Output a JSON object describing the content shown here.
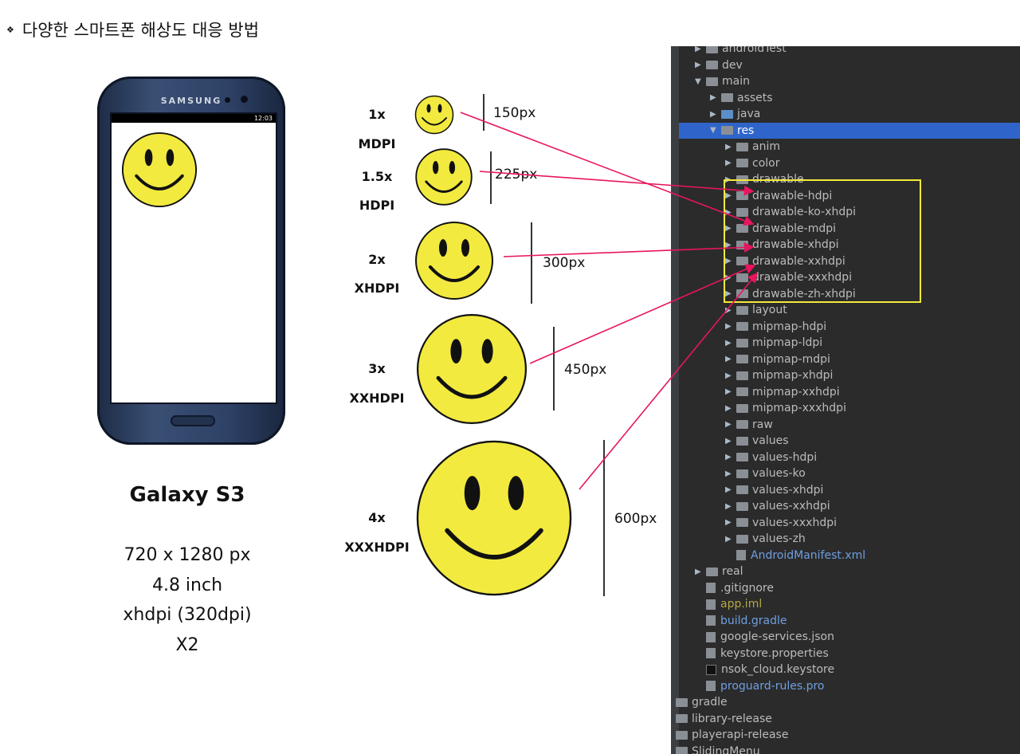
{
  "title": "다양한 스마트폰 해상도 대응 방법",
  "phone": {
    "brand": "SAMSUNG",
    "clock": "12:03",
    "name": "Galaxy S3",
    "specs": [
      "720 x 1280 px",
      "4.8 inch",
      "xhdpi (320dpi)",
      "X2"
    ]
  },
  "densities": [
    {
      "scale": "1x",
      "name": "MDPI",
      "size": "150px"
    },
    {
      "scale": "1.5x",
      "name": "HDPI",
      "size": "225px"
    },
    {
      "scale": "2x",
      "name": "XHDPI",
      "size": "300px"
    },
    {
      "scale": "3x",
      "name": "XXHDPI",
      "size": "450px"
    },
    {
      "scale": "4x",
      "name": "XXXHDPI",
      "size": "600px"
    }
  ],
  "colors": {
    "smiley": "#f2ea3f",
    "arrow": "#e8155f",
    "highlight": "#f4ea3a",
    "selection": "#2f65ca"
  },
  "tree": [
    {
      "label": "androidTest",
      "indent": 1,
      "icon": "folder"
    },
    {
      "label": "dev",
      "indent": 1,
      "icon": "folder"
    },
    {
      "label": "main",
      "indent": 1,
      "icon": "folder",
      "open": true
    },
    {
      "label": "assets",
      "indent": 2,
      "icon": "folder"
    },
    {
      "label": "java",
      "indent": 2,
      "icon": "folder-blue"
    },
    {
      "label": "res",
      "indent": 2,
      "icon": "folder",
      "open": true,
      "selected": true
    },
    {
      "label": "anim",
      "indent": 3,
      "icon": "folder"
    },
    {
      "label": "color",
      "indent": 3,
      "icon": "folder"
    },
    {
      "label": "drawable",
      "indent": 3,
      "icon": "folder"
    },
    {
      "label": "drawable-hdpi",
      "indent": 3,
      "icon": "folder"
    },
    {
      "label": "drawable-ko-xhdpi",
      "indent": 3,
      "icon": "folder"
    },
    {
      "label": "drawable-mdpi",
      "indent": 3,
      "icon": "folder"
    },
    {
      "label": "drawable-xhdpi",
      "indent": 3,
      "icon": "folder"
    },
    {
      "label": "drawable-xxhdpi",
      "indent": 3,
      "icon": "folder"
    },
    {
      "label": "drawable-xxxhdpi",
      "indent": 3,
      "icon": "folder"
    },
    {
      "label": "drawable-zh-xhdpi",
      "indent": 3,
      "icon": "folder"
    },
    {
      "label": "layout",
      "indent": 3,
      "icon": "folder"
    },
    {
      "label": "mipmap-hdpi",
      "indent": 3,
      "icon": "folder"
    },
    {
      "label": "mipmap-ldpi",
      "indent": 3,
      "icon": "folder"
    },
    {
      "label": "mipmap-mdpi",
      "indent": 3,
      "icon": "folder"
    },
    {
      "label": "mipmap-xhdpi",
      "indent": 3,
      "icon": "folder"
    },
    {
      "label": "mipmap-xxhdpi",
      "indent": 3,
      "icon": "folder"
    },
    {
      "label": "mipmap-xxxhdpi",
      "indent": 3,
      "icon": "folder"
    },
    {
      "label": "raw",
      "indent": 3,
      "icon": "folder"
    },
    {
      "label": "values",
      "indent": 3,
      "icon": "folder"
    },
    {
      "label": "values-hdpi",
      "indent": 3,
      "icon": "folder"
    },
    {
      "label": "values-ko",
      "indent": 3,
      "icon": "folder"
    },
    {
      "label": "values-xhdpi",
      "indent": 3,
      "icon": "folder"
    },
    {
      "label": "values-xxhdpi",
      "indent": 3,
      "icon": "folder"
    },
    {
      "label": "values-xxxhdpi",
      "indent": 3,
      "icon": "folder"
    },
    {
      "label": "values-zh",
      "indent": 3,
      "icon": "folder"
    },
    {
      "label": "AndroidManifest.xml",
      "indent": 3,
      "icon": "file",
      "color": "blue",
      "noArrow": true
    },
    {
      "label": "real",
      "indent": 1,
      "icon": "folder"
    },
    {
      "label": ".gitignore",
      "indent": 1,
      "icon": "file",
      "noArrow": true
    },
    {
      "label": "app.iml",
      "indent": 1,
      "icon": "file",
      "color": "olive",
      "noArrow": true
    },
    {
      "label": "build.gradle",
      "indent": 1,
      "icon": "file",
      "color": "blue",
      "noArrow": true
    },
    {
      "label": "google-services.json",
      "indent": 1,
      "icon": "file",
      "noArrow": true
    },
    {
      "label": "keystore.properties",
      "indent": 1,
      "icon": "file",
      "noArrow": true
    },
    {
      "label": "nsok_cloud.keystore",
      "indent": 1,
      "icon": "file-dark",
      "noArrow": true
    },
    {
      "label": "proguard-rules.pro",
      "indent": 1,
      "icon": "file",
      "color": "blue",
      "noArrow": true
    },
    {
      "label": "gradle",
      "indent": 0,
      "icon": "folder"
    },
    {
      "label": "library-release",
      "indent": 0,
      "icon": "folder"
    },
    {
      "label": "playerapi-release",
      "indent": 0,
      "icon": "folder"
    },
    {
      "label": "SlidingMenu",
      "indent": 0,
      "icon": "folder"
    }
  ]
}
